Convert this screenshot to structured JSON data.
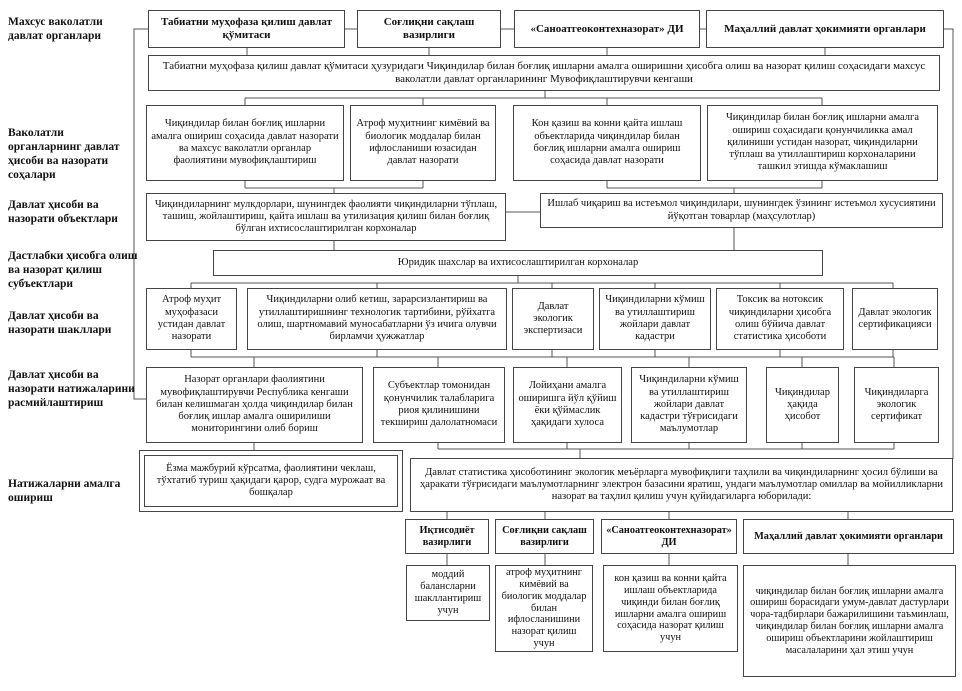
{
  "diagram": {
    "row_labels": [
      "Махсус ваколатли давлат органлари",
      "Ваколатли органларнинг давлат ҳисоби ва назорати соҳалари",
      "Давлат ҳисоби ва назорати объектлари",
      "Дастлабки ҳисобга олиш ва назорат қилиш субъектлари",
      "Давлат ҳисоби ва назорати шакллари",
      "Давлат ҳисоби ва назорати натижаларини расмийлаштириш",
      "Натижаларни амалга ошириш"
    ],
    "top_agencies": [
      "Табиатни муҳофаза қилиш давлат қўмитаси",
      "Соғлиқни сақлаш вазирлиги",
      "«Саноатгеоконтехназорат» ДИ",
      "Маҳаллий давлат ҳокимияти органлари"
    ],
    "council": "Табиатни муҳофаза қилиш давлат қўмитаси ҳузуридаги Чиқиндилар билан боғлиқ ишларни амалга оширишни ҳисобга олиш ва назорат қилиш соҳасидаги махсус ваколатли давлат органларининг Мувофиқлаштирувчи кенгаши",
    "control_areas": [
      "Чиқиндилар билан боғлиқ ишларни амалга ошириш соҳасида давлат назорати ва махсус ваколатли органлар фаолиятини мувофиқлаштириш",
      "Атроф муҳитнинг кимёвий ва биологик моддалар билан ифлосланиши юзасидан давлат назорати",
      "Кон қазиш ва конни қайта ишлаш объектларида чиқиндилар билан боғлиқ ишларни амалга ошириш соҳасида давлат назорати",
      "Чиқиндилар билан боғлиқ ишларни амалга ошириш соҳасидаги қонунчиликка амал қилиниши устидан назорат, чиқиндиларни тўплаш ва утиллаштириш корхоналарини ташкил этишда кўмаклашиш"
    ],
    "objects": [
      "Чиқиндиларнинг мулкдорлари, шунингдек фаолияти чиқиндиларни тўплаш, ташиш, жойлаштириш, қайта ишлаш ва утилизация қилиш билан боғлиқ бўлган ихтисослаштирилган корхоналар",
      "Ишлаб чиқариш ва истеъмол чиқиндилари, шунингдек ўзининг истеъмол хусусиятини йўқотган товарлар (маҳсулотлар)"
    ],
    "subjects": "Юридик шахслар ва ихтисослаштирилган корхоналар",
    "forms": [
      "Атроф муҳит муҳофазаси устидан давлат назорати",
      "Чиқиндиларни олиб кетиш, зарарсизлантириш ва утиллаштиришнинг технологик тартибини, рўйхатга олиш, шартномавий муносабатларни ўз ичига олувчи бирламчи ҳужжатлар",
      "Давлат экологик экспертизаси",
      "Чиқиндиларни кўмиш ва утиллаштириш жойлари давлат кадастри",
      "Токсик ва нотоксик чиқиндиларни ҳисобга олиш бўйича давлат статистика ҳисоботи",
      "Давлат экологик сертификацияси"
    ],
    "results": [
      "Назорат органлари фаолиятини мувофиқлаштирувчи Республика кенгаши билан келишмаган ҳолда чиқиндилар билан боғлиқ ишлар амалга оширилиши мониторингини олиб бориш",
      "Субъектлар томонидан қонунчилик талабларига риоя қилинишини текшириш далолатномаси",
      "Лойиҳани амалга оширишга йўл қўйиш ёки қўймаслик ҳақидаги хулоса",
      "Чиқиндиларни кўмиш ва утиллаштириш жойлари давлат кадастри тўғрисидаги маълумотлар",
      "Чиқиндилар ҳақида ҳисобот",
      "Чиқиндиларга экологик сертификат"
    ],
    "enforcement": "Ёзма мажбурий кўрсатма, фаолиятини чеклаш, тўхтатиб туриш ҳақидаги қарор, судга мурожаат ва бошқалар",
    "statistics": "Давлат статистика ҳисоботининг экологик меъёрларга мувофиқлиги таҳлили ва чиқиндиларнинг ҳосил бўлиши ва ҳаракати тўғрисидаги маълумотларнинг электрон базасини яратиш, ундаги маълумотлар омиллар ва мойилликларни назорат ва таҳлил қилиш учун қуйидагиларга юборилади:",
    "recipients": [
      "Иқтисодиёт вазирлиги",
      "Соғлиқни сақлаш вазирлиги",
      "«Саноатгеоконтехназорат» ДИ",
      "Маҳаллий давлат ҳокимияти органлари"
    ],
    "purposes": [
      "моддий балансларни шакллантириш учун",
      "атроф муҳитнинг кимёвий ва биологик моддалар билан ифлосланишини назорат қилиш учун",
      "кон қазиш ва конни қайта ишлаш объектларида чиқинди билан боғлиқ ишларни амалга ошириш соҳасида назорат қилиш учун",
      "чиқиндилар билан боғлиқ ишларни амалга ошириш борасидаги умум-давлат дастурлари чора-тадбирлари бажарилишини таъминлаш, чиқиндилар билан боғлиқ ишларни амалга ошириш объектларини жойлаштириш масалаларини ҳал этиш учун"
    ]
  }
}
